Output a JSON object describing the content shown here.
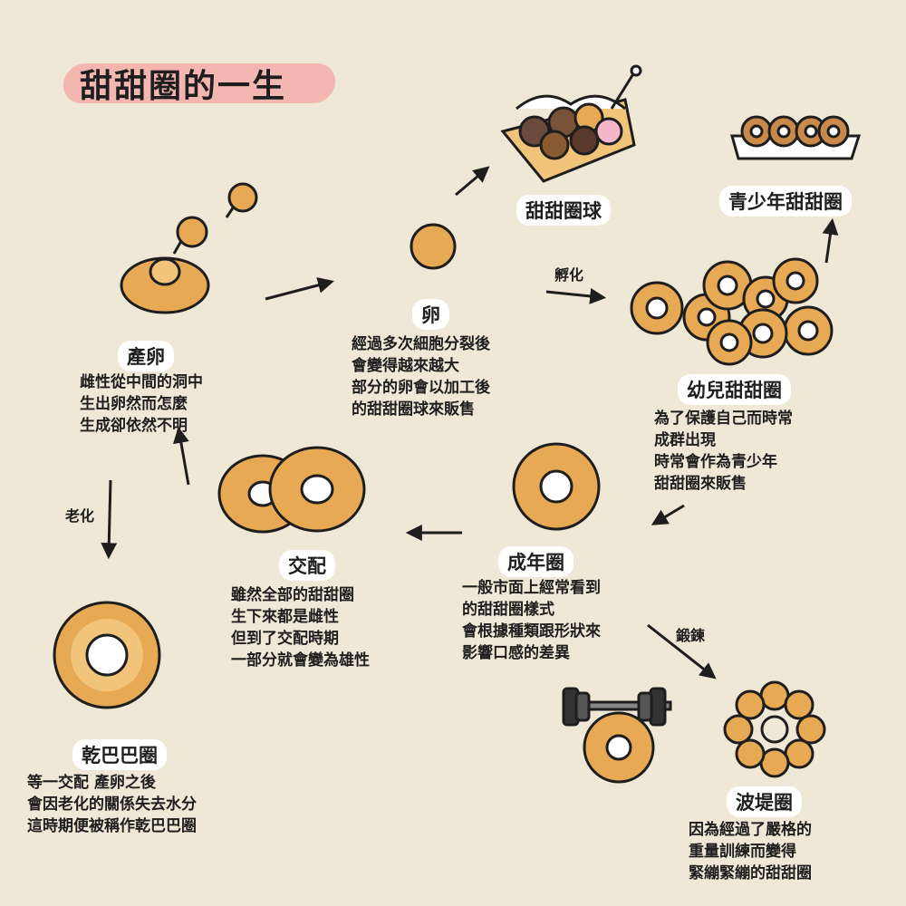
{
  "title": "甜甜圈的一生",
  "stages": {
    "chanluan": {
      "label": "產卵",
      "desc": [
        "雌性從中間的洞中",
        "生出卵然而怎麼",
        "生成卻依然不明"
      ]
    },
    "egg": {
      "label": "卵",
      "desc": [
        "經過多次細胞分裂後",
        "會變得越來越大",
        "部分的卵會以加工後",
        "的甜甜圈球來販售"
      ]
    },
    "ball": {
      "label": "甜甜圈球"
    },
    "teen": {
      "label": "青少年甜甜圈"
    },
    "baby": {
      "label": "幼兒甜甜圈",
      "desc": [
        "為了保護自己而時常",
        "成群出現",
        "時常會作為青少年",
        "甜甜圈來販售"
      ]
    },
    "adult": {
      "label": "成年圈",
      "desc": [
        "一般市面上經常看到",
        "的甜甜圈樣式",
        "會根據種類跟形狀來",
        "影響口感的差異"
      ]
    },
    "mating": {
      "label": "交配",
      "desc": [
        "雖然全部的甜甜圈",
        "生下來都是雌性",
        "但到了交配時期",
        "一部分就會變為雄性"
      ]
    },
    "dry": {
      "label": "乾巴巴圈",
      "desc": [
        "等一交配  產卵之後",
        "會因老化的關係失去水分",
        "這時期便被稱作乾巴巴圈"
      ]
    },
    "pon": {
      "label": "波堤圈",
      "desc": [
        "因為經過了嚴格的",
        "重量訓練而變得",
        "緊繃緊繃的甜甜圈"
      ]
    }
  },
  "arrow_labels": {
    "hatch": "孵化",
    "aging": "老化",
    "training": "鍛鍊"
  },
  "colors": {
    "dough": "#e8a955",
    "dough_light": "#f2c47a",
    "outline": "#1e1e1e",
    "background": "#efe8d6",
    "highlight": "#f4b6b0"
  }
}
